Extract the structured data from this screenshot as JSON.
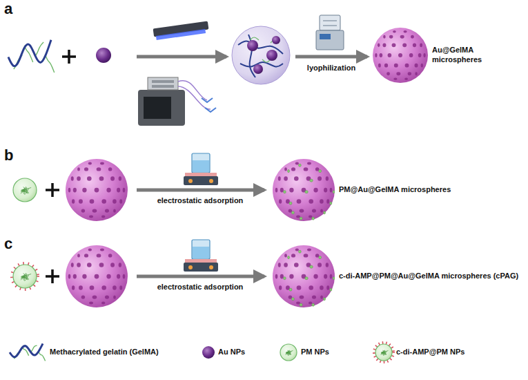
{
  "diagram": {
    "nodes": [
      {
        "text": [
          "Au@GelMA microspheres"
        ]
      },
      {
        "text": [
          "PM@Au@GelMA microspheres"
        ]
      },
      {
        "text": [
          "c-di-AMP@PM@Au@GelMA microspheres (cPAG)"
        ]
      }
    ],
    "labels": [
      "a",
      "lyophilization",
      "b",
      "electrostatic adsorption",
      "c",
      "electrostatic adsorption"
    ],
    "legend": [
      {
        "text": "Methacrylated gelatin (GelMA)"
      },
      {
        "text": "Au NPs"
      },
      {
        "text": "PM NPs"
      },
      {
        "text": "c-di-AMP@PM NPs"
      }
    ]
  }
}
